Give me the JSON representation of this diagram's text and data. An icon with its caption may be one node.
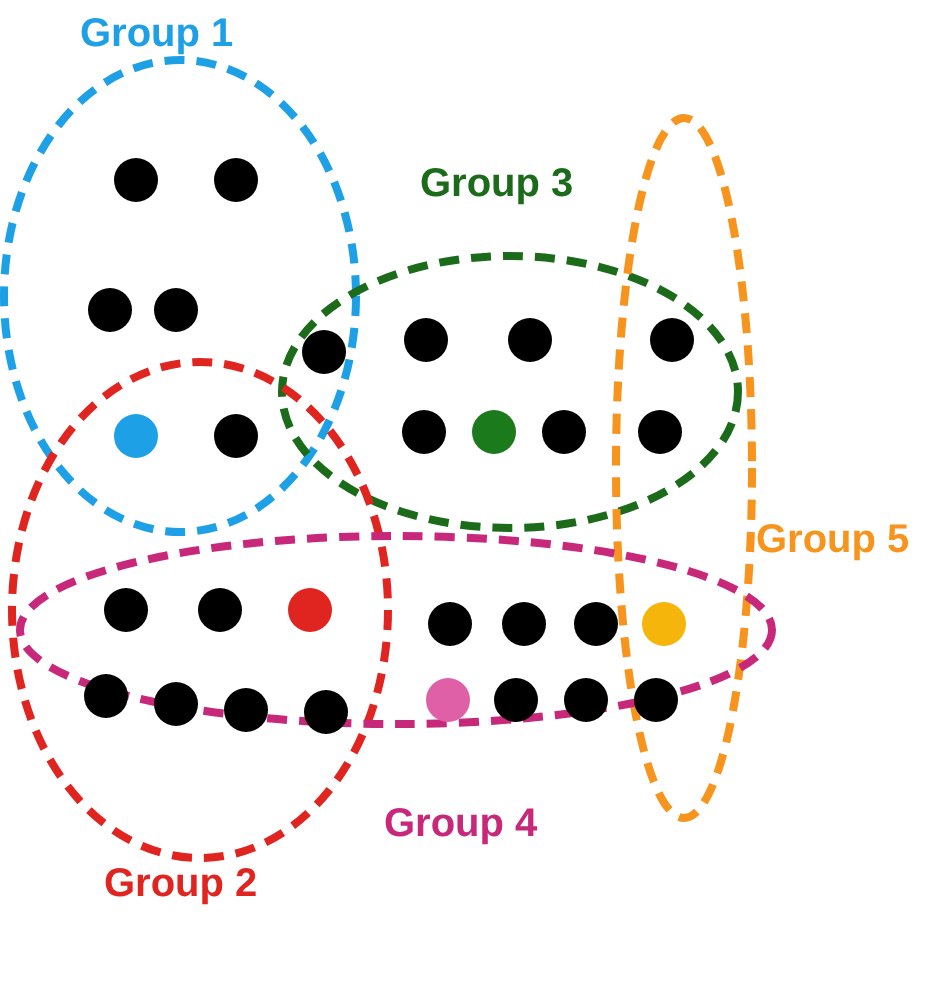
{
  "diagram": {
    "nodes": [
      {
        "text": [
          "Group 1"
        ]
      },
      {
        "text": [
          "Group 3"
        ]
      },
      {
        "text": [
          "Group 5"
        ]
      },
      {
        "text": [
          "Group 2"
        ]
      },
      {
        "text": [
          "Group 4"
        ]
      }
    ]
  }
}
